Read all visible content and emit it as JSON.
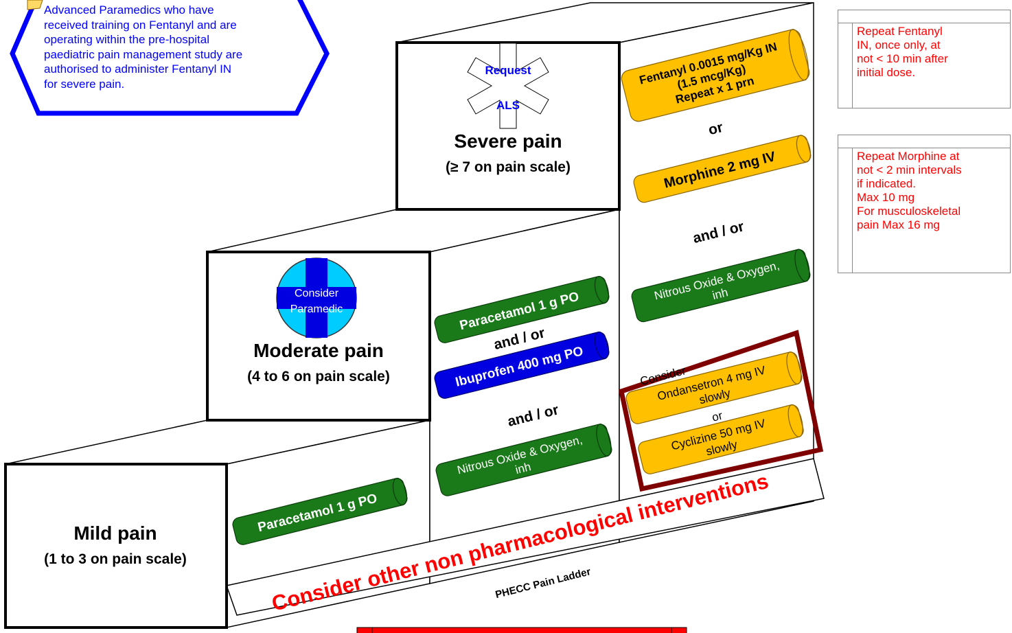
{
  "callout": {
    "text": "Advanced Paramedics who have\nreceived training on Fentanyl and are\noperating within the pre-hospital\npaediatric pain management study are\nauthorised to administer Fentanyl IN\nfor severe pain."
  },
  "steps": {
    "mild": {
      "title": "Mild pain",
      "subtitle": "(1 to 3 on pain scale)"
    },
    "moderate": {
      "title": "Moderate pain",
      "subtitle": "(4 to 6 on pain scale)",
      "badge_line1": "Consider",
      "badge_line2": "Paramedic"
    },
    "severe": {
      "title": "Severe pain",
      "subtitle": "(≥ 7 on pain scale)",
      "badge_line1": "Request",
      "badge_line2": "ALS"
    }
  },
  "mild_column": {
    "paracetamol": "Paracetamol 1 g PO"
  },
  "moderate_column": {
    "paracetamol": "Paracetamol 1 g PO",
    "connector1": "and / or",
    "ibuprofen": "Ibuprofen 400 mg PO",
    "connector2": "and / or",
    "nitrous_line1": "Nitrous Oxide & Oxygen,",
    "nitrous_line2": "inh"
  },
  "severe_column": {
    "fentanyl_line1": "Fentanyl 0.0015 mg/Kg IN",
    "fentanyl_line2": "(1.5 mcg/Kg)",
    "fentanyl_line3": "Repeat x 1 prn",
    "or": "or",
    "morphine": "Morphine 2 mg IV",
    "and_or": "and / or",
    "nitrous_line1": "Nitrous Oxide & Oxygen,",
    "nitrous_line2": "inh",
    "consider": "Consider",
    "ondansetron_line1": "Ondansetron 4 mg IV",
    "ondansetron_line2": "slowly",
    "or2": "or",
    "cyclizine_line1": "Cyclizine 50 mg IV",
    "cyclizine_line2": "slowly"
  },
  "footer": {
    "non_pharm": "Consider other non pharmacological interventions",
    "ladder_title": "PHECC Pain Ladder"
  },
  "notes": {
    "fentanyl": "Repeat Fentanyl\nIN, once only, at\nnot < 10 min after\ninitial dose.",
    "morphine": "Repeat Morphine at\nnot < 2 min intervals\nif indicated.\nMax 10 mg\nFor musculoskeletal\npain Max 16 mg"
  },
  "colors": {
    "green": "#1a7a1a",
    "blue": "#0000e0",
    "amber": "#ffc000",
    "maroon": "#7f0000",
    "note_red": "#ff0000",
    "callout_blue": "#0000ff",
    "badge_cyan": "#00ccff"
  }
}
